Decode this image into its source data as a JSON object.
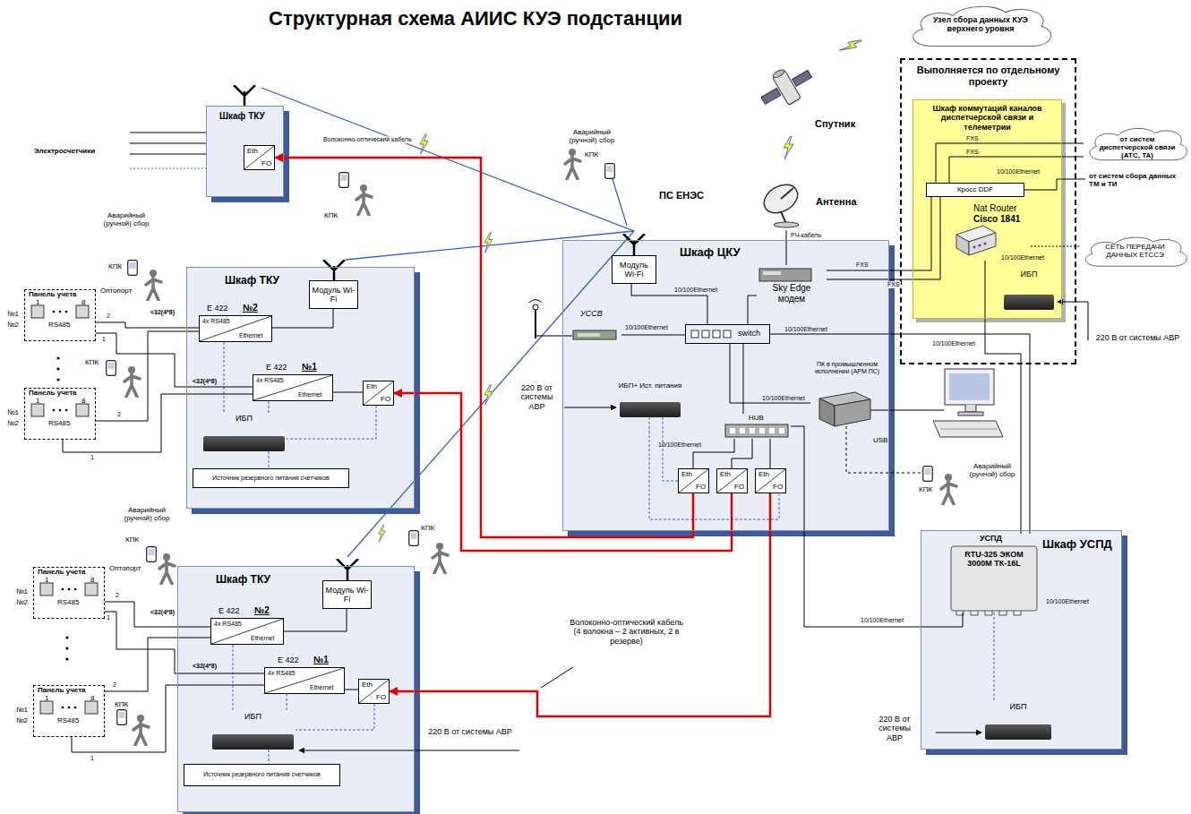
{
  "diagram": {
    "title": "Структурная схема АИИС КУЭ подстанции",
    "nodes": [
      {
        "text": [
          "Узел сбора данных КУЭ верхнего уровня"
        ]
      },
      {
        "text": [
          "Выполняется по отдельному проекту"
        ]
      },
      {
        "text": [
          "Шкаф коммутаций каналов диспетчерской связи и телеметрии"
        ],
        "in": 1
      },
      {
        "text": [
          "Кросс DDF"
        ],
        "in": 2
      },
      {
        "text": [
          "Nat Router",
          "Cisco 1841"
        ],
        "in": 2
      },
      {
        "text": [
          "ИБП"
        ],
        "in": 2
      },
      {
        "text": [
          "от систем диспетчерской связи (АТС, ТА)"
        ]
      },
      {
        "text": [
          "от систем сбора данных ТМ и ТИ"
        ]
      },
      {
        "text": [
          "СЕТЬ ПЕРЕДАЧИ ДАННЫХ ЕТССЭ"
        ]
      },
      {
        "text": [
          "Спутник"
        ]
      },
      {
        "text": [
          "Антенна"
        ]
      },
      {
        "text": [
          "Шкаф ЦКУ"
        ]
      },
      {
        "text": [
          "Модуль Wi-Fi"
        ],
        "in": 11
      },
      {
        "text": [
          "Sky Edge модем"
        ],
        "in": 11
      },
      {
        "text": [
          "УССВ"
        ],
        "in": 11
      },
      {
        "text": [
          "switch"
        ],
        "in": 11
      },
      {
        "text": [
          "ИБП+ Ист. питания"
        ],
        "in": 11
      },
      {
        "text": [
          "ПК в промышленном исполнении (АРМ ПС)"
        ],
        "in": 11
      },
      {
        "text": [
          "HUB"
        ],
        "in": 11
      },
      {
        "text": [
          "Eth",
          "FO"
        ],
        "in": 11
      },
      {
        "text": [
          "Eth",
          "FO"
        ],
        "in": 11
      },
      {
        "text": [
          "Eth",
          "FO"
        ],
        "in": 11
      },
      {
        "text": [
          "Шкаф УСПД"
        ]
      },
      {
        "text": [
          "УСПД",
          "RTU-325 ЭКОМ 3000М ТК-16L"
        ],
        "in": 22
      },
      {
        "text": [
          "ИБП"
        ],
        "in": 22
      },
      {
        "text": [
          "Шкаф ТКУ"
        ]
      },
      {
        "text": [
          "Eth",
          "FO"
        ],
        "in": 25
      },
      {
        "text": [
          "Шкаф ТКУ"
        ]
      },
      {
        "text": [
          "Модуль Wi-Fi"
        ],
        "in": 27
      },
      {
        "text": [
          "E 422",
          "№2",
          "4x RS485",
          "Ethernet"
        ],
        "in": 27
      },
      {
        "text": [
          "E 422",
          "№1",
          "4x RS485",
          "Ethernet"
        ],
        "in": 27
      },
      {
        "text": [
          "Eth",
          "FO"
        ],
        "in": 27
      },
      {
        "text": [
          "ИБП"
        ],
        "in": 27
      },
      {
        "text": [
          "Источник резервного питания счетчиков"
        ],
        "in": 27
      },
      {
        "text": [
          "Панель учета",
          "1",
          "8",
          "RS485",
          "Оптопорт",
          "№1",
          "№2"
        ]
      },
      {
        "text": [
          "Панель учета",
          "1",
          "8",
          "RS485",
          "№1",
          "№2"
        ]
      },
      {
        "text": [
          "Шкаф ТКУ"
        ]
      },
      {
        "text": [
          "Модуль Wi-Fi"
        ],
        "in": 36
      },
      {
        "text": [
          "E 422",
          "№2",
          "4x RS485",
          "Ethernet"
        ],
        "in": 36
      },
      {
        "text": [
          "E 422",
          "№1",
          "4x RS485",
          "Ethernet"
        ],
        "in": 36
      },
      {
        "text": [
          "Eth",
          "FO"
        ],
        "in": 36
      },
      {
        "text": [
          "ИБП"
        ],
        "in": 36
      },
      {
        "text": [
          "Источник резервного питания счетчиков"
        ],
        "in": 36
      },
      {
        "text": [
          "Панель учета",
          "1",
          "8",
          "RS485",
          "Оптопорт",
          "№1",
          "№2"
        ]
      },
      {
        "text": [
          "Панель учета",
          "1",
          "8",
          "RS485",
          "№1",
          "№2"
        ]
      }
    ],
    "edges": [
      {
        "from": 19,
        "to": 26,
        "arrow": "to",
        "label": "Волоконно-оптический кабель"
      },
      {
        "from": 20,
        "to": 31,
        "arrow": "to"
      },
      {
        "from": 21,
        "to": 40,
        "arrow": "to"
      },
      {
        "from": 12,
        "to": 15,
        "arrow": "none",
        "label": "10/100Ethernet"
      },
      {
        "from": 14,
        "to": 15,
        "arrow": "none",
        "label": "10/100Ethernet"
      },
      {
        "from": 13,
        "to": 15,
        "arrow": "none"
      },
      {
        "from": 15,
        "to": 23,
        "arrow": "none",
        "label": "10/100Ethernet"
      },
      {
        "from": 4,
        "to": 23,
        "arrow": "none",
        "label": "10/100Ethernet"
      },
      {
        "from": 15,
        "to": 17,
        "arrow": "none",
        "label": "10/100Ethernet"
      },
      {
        "from": 15,
        "to": 18,
        "arrow": "none"
      },
      {
        "from": 18,
        "to": 19,
        "arrow": "none"
      },
      {
        "from": 18,
        "to": 20,
        "arrow": "none"
      },
      {
        "from": 18,
        "to": 21,
        "arrow": "none"
      },
      {
        "from": 18,
        "to": 23,
        "arrow": "none",
        "label": "10/100Ethernet"
      },
      {
        "from": 10,
        "to": 13,
        "arrow": "none",
        "label": "РЧ-кабель"
      },
      {
        "from": 13,
        "to": 3,
        "arrow": "none",
        "label": "FXS"
      },
      {
        "from": 13,
        "to": 3,
        "arrow": "none",
        "label": "FXS"
      },
      {
        "from": 3,
        "to": 6,
        "arrow": "none",
        "label": "FXS"
      },
      {
        "from": 3,
        "to": 6,
        "arrow": "none",
        "label": "FXS"
      },
      {
        "from": 3,
        "to": 7,
        "arrow": "none",
        "label": "10/100Ethernet"
      },
      {
        "from": 4,
        "to": 8,
        "arrow": "none"
      },
      {
        "from": 34,
        "to": 29,
        "arrow": "none",
        "label": "2"
      },
      {
        "from": 34,
        "to": 30,
        "arrow": "none",
        "label": "1"
      },
      {
        "from": 35,
        "to": 29,
        "arrow": "none",
        "label": "2"
      },
      {
        "from": 35,
        "to": 30,
        "arrow": "none",
        "label": "1"
      },
      {
        "from": 43,
        "to": 38,
        "arrow": "none",
        "label": "2"
      },
      {
        "from": 43,
        "to": 39,
        "arrow": "none",
        "label": "1"
      },
      {
        "from": 44,
        "to": 38,
        "arrow": "none",
        "label": "2"
      },
      {
        "from": 44,
        "to": 39,
        "arrow": "none",
        "label": "1"
      },
      {
        "from": 29,
        "to": 28,
        "arrow": "none"
      },
      {
        "from": 30,
        "to": 31,
        "arrow": "none"
      },
      {
        "from": 38,
        "to": 37,
        "arrow": "none"
      },
      {
        "from": 39,
        "to": 40,
        "arrow": "none"
      }
    ],
    "labels": [
      "Электросчетчики",
      "Волоконно-оптический кабель (4 волокна – 2 активных, 2 в резерве)",
      "ПС ЕНЭС",
      "Аварийный (ручной) сбор",
      "Аварийный (ручной) сбор",
      "Аварийный (ручной) сбор",
      "Аварийный (ручной) сбор",
      "КПК",
      "КПК",
      "КПК",
      "КПК",
      "КПК",
      "КПК",
      "КПК",
      "КПК",
      "<32(4*8)",
      "<32(4*8)",
      "<32(4*8)",
      "<32(4*8)",
      "10/100Ethernet",
      "10/100Ethernet",
      "10/100Ethernet",
      "USB",
      "220 В от системы АВР",
      "220 В от системы АВР",
      "220 В от системы АВР",
      "220 В от системы АВР"
    ]
  }
}
